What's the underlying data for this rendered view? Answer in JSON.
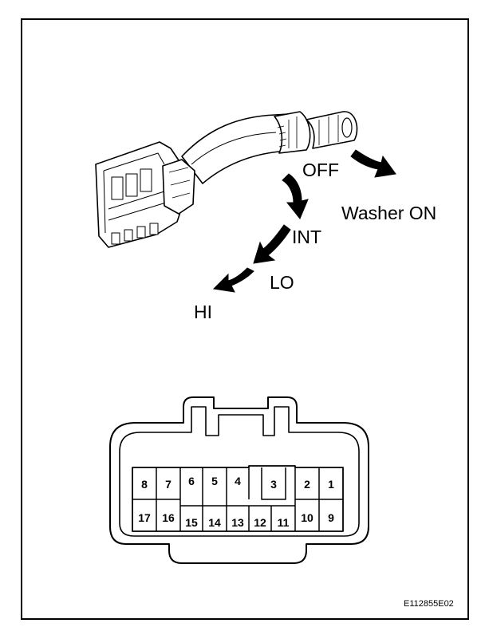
{
  "positions": {
    "off": "OFF",
    "washer_on": "Washer ON",
    "int": "INT",
    "lo": "LO",
    "hi": "HI"
  },
  "connector_pins": {
    "p1": "1",
    "p2": "2",
    "p3": "3",
    "p4": "4",
    "p5": "5",
    "p6": "6",
    "p7": "7",
    "p8": "8",
    "p9": "9",
    "p10": "10",
    "p11": "11",
    "p12": "12",
    "p13": "13",
    "p14": "14",
    "p15": "15",
    "p16": "16",
    "p17": "17"
  },
  "figure_code": "E112855E02"
}
